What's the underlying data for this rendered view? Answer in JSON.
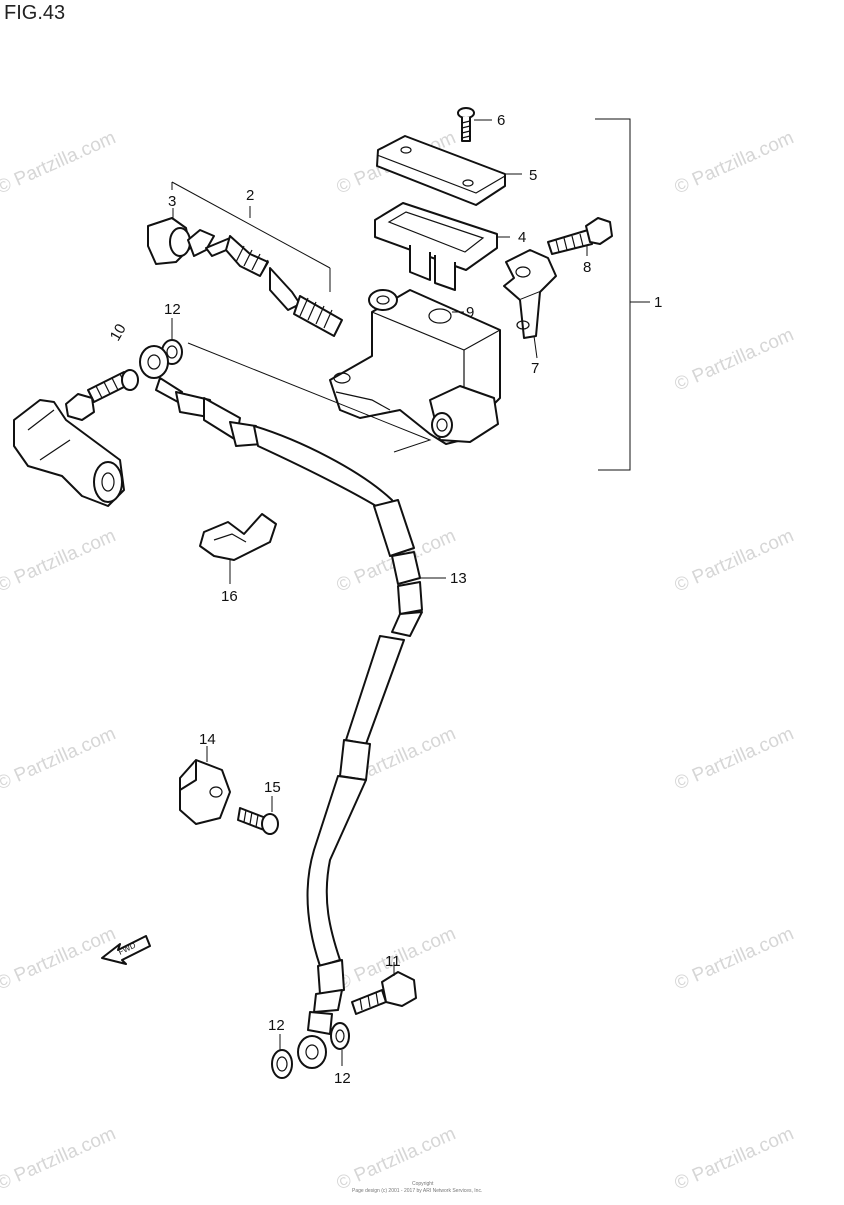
{
  "figure": {
    "title": "FIG.43"
  },
  "watermark": {
    "text": "© Partzilla.com"
  },
  "callouts": {
    "c1": "1",
    "c2": "2",
    "c3": "3",
    "c4": "4",
    "c5": "5",
    "c6": "6",
    "c7": "7",
    "c8": "8",
    "c9": "9",
    "c10": "10",
    "c11": "11",
    "c12a": "12",
    "c12b": "12",
    "c12c": "12",
    "c13": "13",
    "c14": "14",
    "c15": "15",
    "c16": "16"
  },
  "fwd_label": "FWD",
  "footer": {
    "copyright": "Copyright",
    "credit": "Page design (c) 2001 - 2017 by ARI Network Services, Inc."
  }
}
